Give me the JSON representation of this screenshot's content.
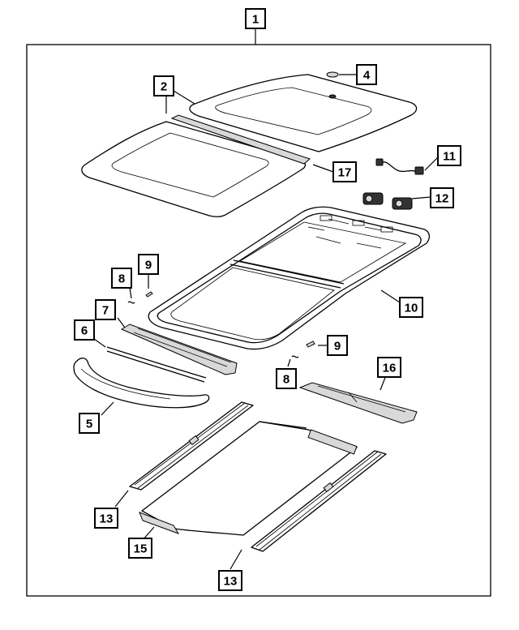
{
  "diagram": {
    "callouts": [
      {
        "id": "c1",
        "label": "1"
      },
      {
        "id": "c2",
        "label": "2"
      },
      {
        "id": "c4",
        "label": "4"
      },
      {
        "id": "c11",
        "label": "11"
      },
      {
        "id": "c17",
        "label": "17"
      },
      {
        "id": "c12",
        "label": "12"
      },
      {
        "id": "c8a",
        "label": "8"
      },
      {
        "id": "c9a",
        "label": "9"
      },
      {
        "id": "c7",
        "label": "7"
      },
      {
        "id": "c10",
        "label": "10"
      },
      {
        "id": "c6",
        "label": "6"
      },
      {
        "id": "c9b",
        "label": "9"
      },
      {
        "id": "c16",
        "label": "16"
      },
      {
        "id": "c8b",
        "label": "8"
      },
      {
        "id": "c5",
        "label": "5"
      },
      {
        "id": "c13a",
        "label": "13"
      },
      {
        "id": "c15",
        "label": "15"
      },
      {
        "id": "c13b",
        "label": "13"
      }
    ]
  }
}
